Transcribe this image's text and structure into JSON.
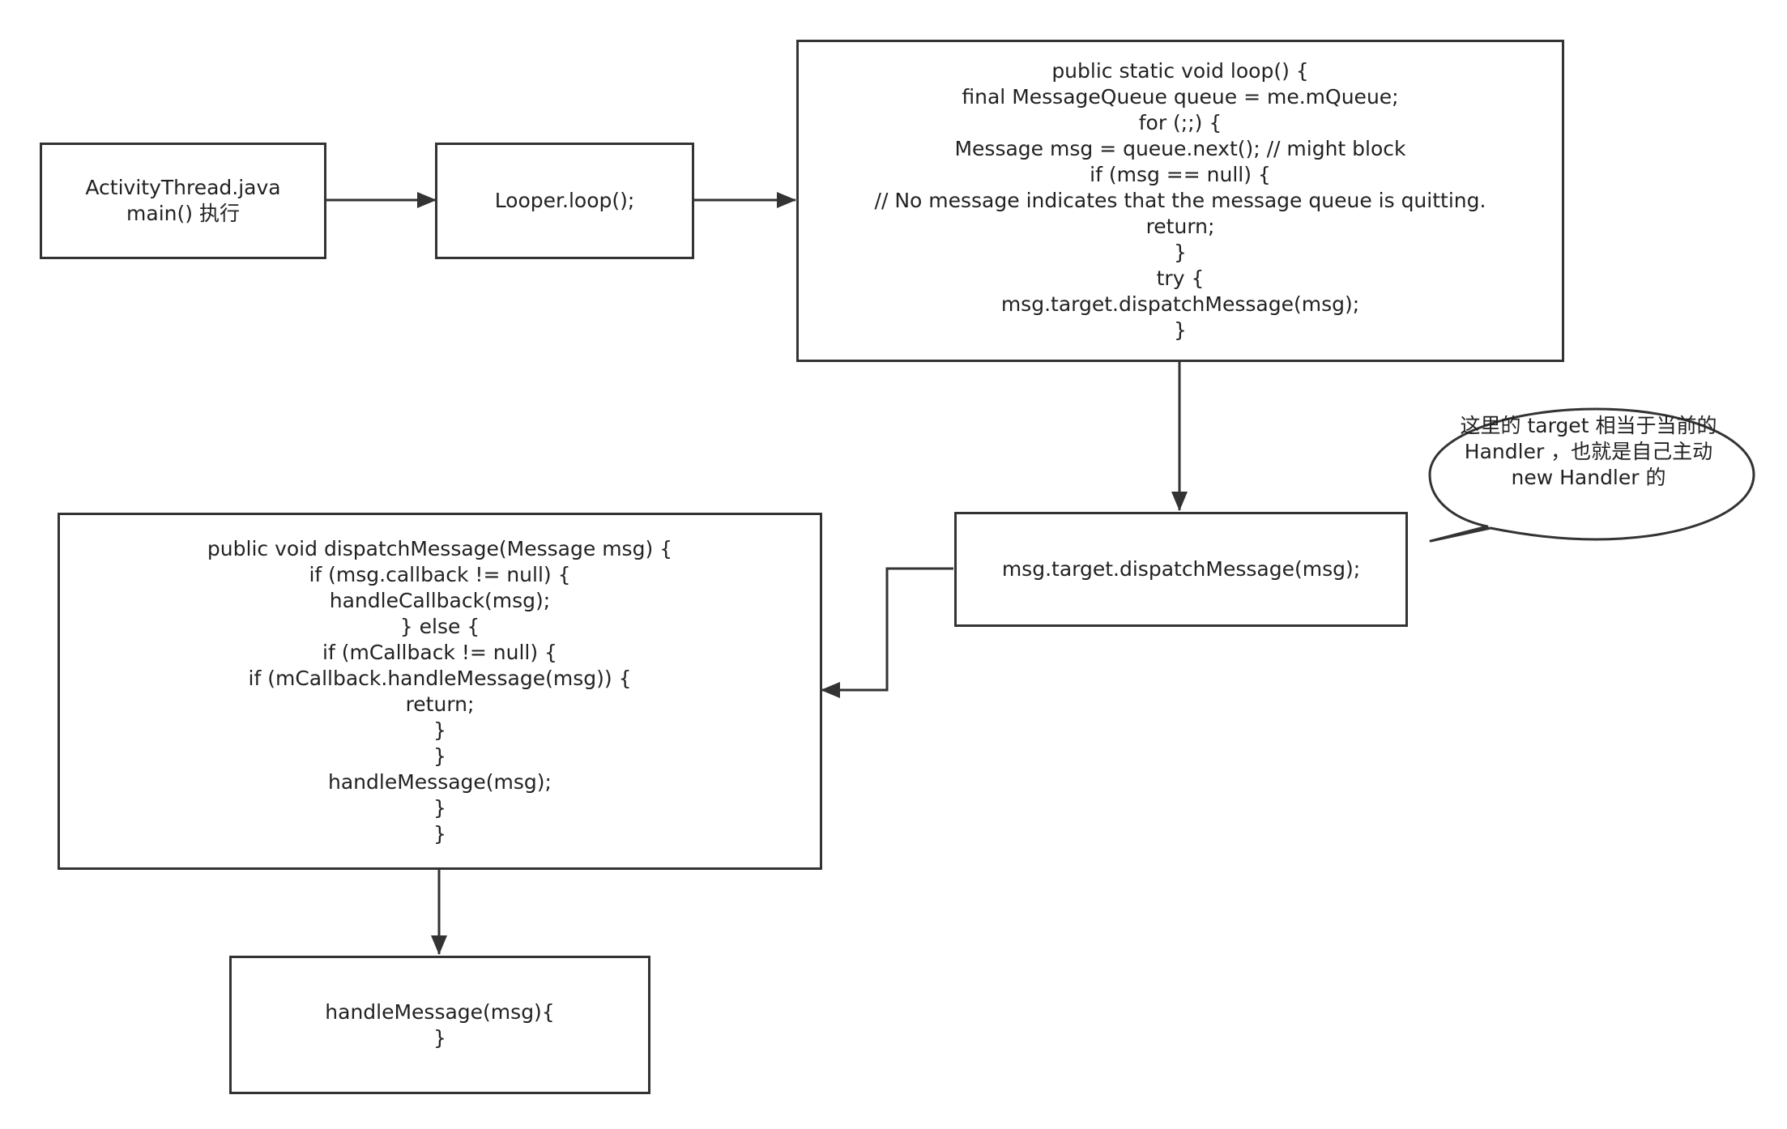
{
  "nodes": {
    "activity_thread": {
      "lines": [
        "ActivityThread.java",
        "main() 执行"
      ]
    },
    "looper_loop": {
      "lines": [
        "Looper.loop();"
      ]
    },
    "loop_method": {
      "lines": [
        "public static void loop() {",
        "final MessageQueue queue = me.mQueue;",
        "for (;;) {",
        "Message msg = queue.next(); // might block",
        "if (msg == null) {",
        "// No message indicates that the message queue is quitting.",
        "return;",
        "}",
        "try {",
        "msg.target.dispatchMessage(msg);",
        "}"
      ]
    },
    "dispatch_call": {
      "lines": [
        "msg.target.dispatchMessage(msg);"
      ]
    },
    "dispatch_method": {
      "lines": [
        "public void dispatchMessage(Message msg) {",
        "if (msg.callback != null) {",
        "handleCallback(msg);",
        "} else {",
        "if (mCallback != null) {",
        "if (mCallback.handleMessage(msg)) {",
        "return;",
        "}",
        "}",
        "handleMessage(msg);",
        "}",
        "}"
      ]
    },
    "handle_message": {
      "lines": [
        "handleMessage(msg){",
        "}"
      ]
    }
  },
  "callout": {
    "lines": [
      "这里的 target 相当于当前的",
      "Handler ，也就是自己主动",
      "new Handler 的"
    ]
  },
  "edges": [
    {
      "from": "activity_thread",
      "to": "looper_loop"
    },
    {
      "from": "looper_loop",
      "to": "loop_method"
    },
    {
      "from": "loop_method",
      "to": "dispatch_call"
    },
    {
      "from": "dispatch_call",
      "to": "dispatch_method"
    },
    {
      "from": "dispatch_method",
      "to": "handle_message"
    }
  ],
  "colors": {
    "stroke": "#333333",
    "text": "#222222",
    "background": "#ffffff"
  }
}
